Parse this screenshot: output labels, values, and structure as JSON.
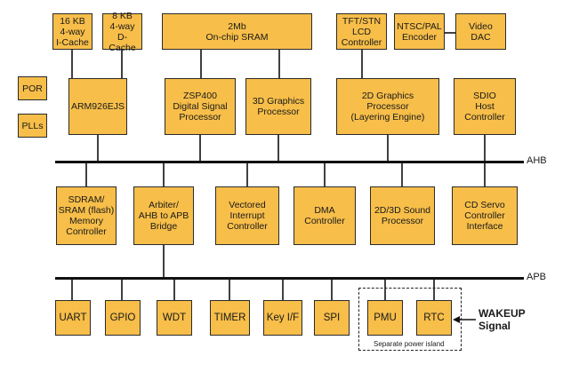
{
  "blocks": {
    "icache": "16 KB\n4-way\nI-Cache",
    "dcache": "8 KB\n4-way\nD-Cache",
    "sram": "2Mb\nOn-chip SRAM",
    "lcd": "TFT/STN\nLCD\nController",
    "ntsc": "NTSC/PAL\nEncoder",
    "video_dac": "Video\nDAC",
    "por": "POR",
    "plls": "PLLs",
    "arm": "ARM926EJS",
    "zsp": "ZSP400\nDigital Signal\nProcessor",
    "gfx3d": "3D Graphics\nProcessor",
    "gfx2d": "2D Graphics\nProcessor\n(Layering Engine)",
    "sdio": "SDIO\nHost\nController",
    "sdram": "SDRAM/\nSRAM (flash)\nMemory\nController",
    "arbiter": "Arbiter/\nAHB to APB\nBridge",
    "vic": "Vectored\nInterrupt\nController",
    "dma": "DMA\nController",
    "sound": "2D/3D Sound\nProcessor",
    "cdservo": "CD Servo\nController\nInterface",
    "uart": "UART",
    "gpio": "GPIO",
    "wdt": "WDT",
    "timer": "TIMER",
    "keyif": "Key I/F",
    "spi": "SPI",
    "pmu": "PMU",
    "rtc": "RTC"
  },
  "buses": {
    "ahb": "AHB",
    "apb": "APB"
  },
  "island_label": "Separate power island",
  "wakeup_label": "WAKEUP\nSignal",
  "colors": {
    "block_fill": "#F7BE49",
    "line": "#111111"
  }
}
